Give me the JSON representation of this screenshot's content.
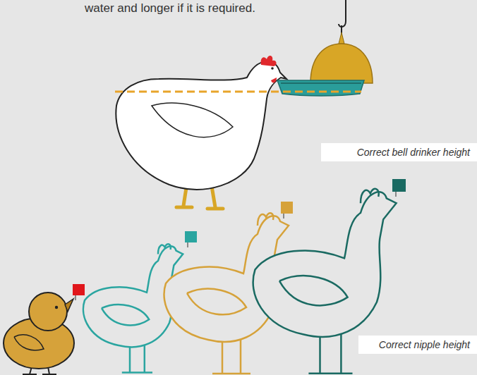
{
  "diagram": {
    "labels": [
      "water and longer if it is required.",
      "Correct bell drinker height",
      "Correct nipple height"
    ]
  }
}
